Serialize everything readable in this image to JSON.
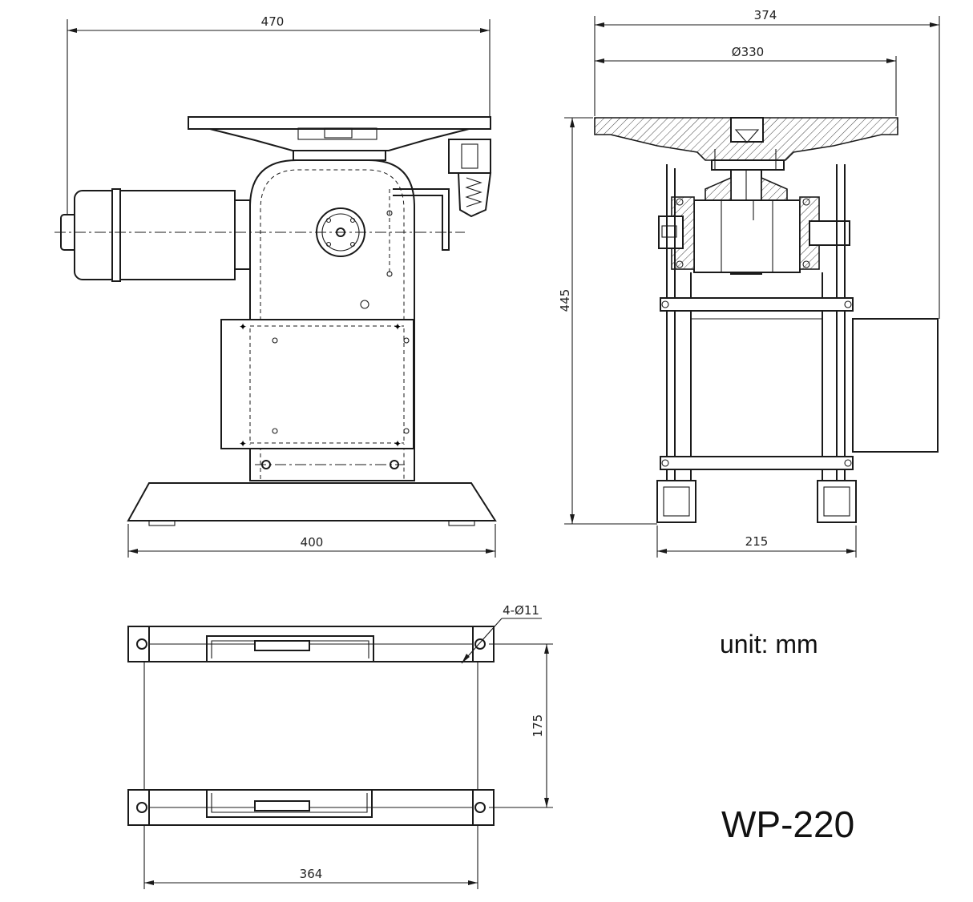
{
  "dimensions": {
    "front_overall_width": "470",
    "front_base_width": "400",
    "side_overall_width": "374",
    "side_table_diameter": "Ø330",
    "side_height": "445",
    "side_base_width": "215",
    "plan_hole_callout": "4-Ø11",
    "plan_hole_spacing": "175",
    "plan_length": "364"
  },
  "labels": {
    "unit": "unit: mm",
    "model": "WP-220"
  }
}
